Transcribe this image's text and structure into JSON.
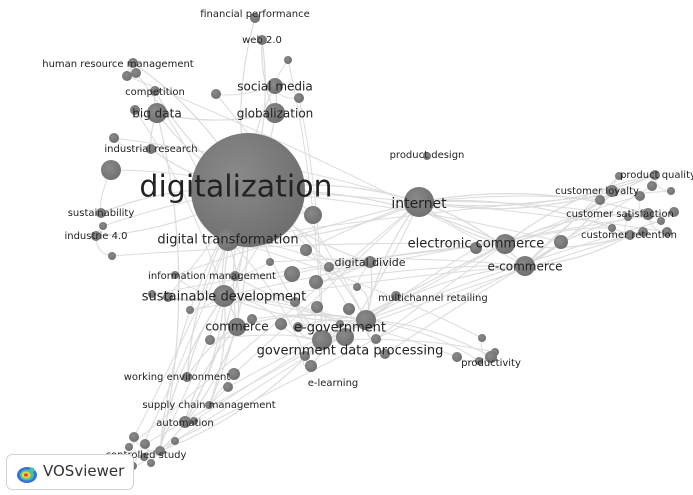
{
  "network": {
    "labels": {
      "n_digitalization": "digitalization",
      "n_internet": "internet",
      "n_electronic_commerce": "electronic commerce",
      "n_ecommerce": "e-commerce",
      "n_digital_transformation": "digital transformation",
      "n_sustainable_development": "sustainable development",
      "n_egovernment": "e-government",
      "n_government_data_processing": "government data processing",
      "n_commerce": "commerce",
      "n_big_data": "big data",
      "n_globalization": "globalization",
      "n_social_media": "social media",
      "n_competition": "competition",
      "n_human_resource_management": "human resource management",
      "n_financial_performance": "financial performance",
      "n_web_2_0": "web 2.0",
      "n_industrial_research": "industrial research",
      "n_sustainability": "sustainability",
      "n_industrie_4_0": "industrie 4.0",
      "n_information_management": "information management",
      "n_digital_divide": "digital divide",
      "n_multichannel_retailing": "multichannel retailing",
      "n_product_design": "product design",
      "n_product_quality": "product quality",
      "n_customer_loyalty": "customer loyalty",
      "n_customer_satisfaction": "customer satisfaction",
      "n_customer_retention": "customer retention",
      "n_productivity": "productivity",
      "n_working_environment": "working environment",
      "n_e_learning": "e-learning",
      "n_supply_chain_management": "supply chain management",
      "n_automation": "automation",
      "n_controlled_study": "controlled study"
    },
    "colors": {
      "node": "#6f6f6f",
      "edge": "#dcdcdc",
      "label": "#222222"
    }
  },
  "branding": {
    "logo_text": "VOSviewer"
  }
}
